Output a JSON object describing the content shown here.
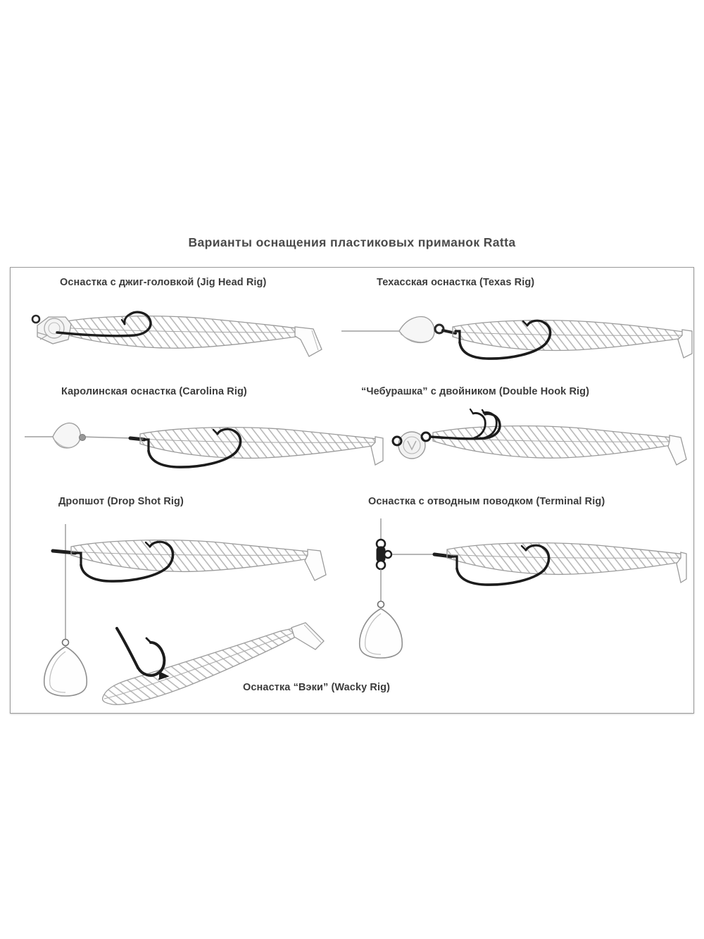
{
  "page": {
    "title": "Варианты оснащения пластиковых приманок Ratta",
    "brand": "Ratta",
    "background_color": "#ffffff",
    "panel_border_color": "#9a9a9a",
    "title_color": "#4a4a4a",
    "caption_color": "#3b3b3b",
    "lure_outline_color": "#9b9b9b",
    "hatch_color": "#b4b4b4",
    "hook_color": "#1a1a1a",
    "line_color": "#8d8d8d"
  },
  "diagram": {
    "kind": "fishing-rig-illustration-sheet",
    "columns": 2,
    "rows": 3,
    "plus_footer_figure": 1,
    "rigs": [
      {
        "id": "jig-head-rig",
        "caption": "Оснастка с джиг-головкой (Jig Head Rig)",
        "ru": "Оснастка с джиг-головкой",
        "en": "Jig Head Rig",
        "column": "left",
        "row": 1,
        "components": [
          "jig-head-weight",
          "hook-eye",
          "open-hook",
          "soft-plastic-shad",
          "paddle-tail"
        ]
      },
      {
        "id": "texas-rig",
        "caption": "Техасская оснастка (Texas Rig)",
        "ru": "Техасская оснастка",
        "en": "Texas Rig",
        "column": "right",
        "row": 1,
        "components": [
          "bullet-sinker",
          "main-line",
          "offset-worm-hook",
          "soft-plastic-shad",
          "paddle-tail"
        ]
      },
      {
        "id": "carolina-rig",
        "caption": "Каролинская оснастка (Carolina Rig)",
        "ru": "Каролинская оснастка",
        "en": "Carolina Rig",
        "column": "left",
        "row": 2,
        "components": [
          "bullet-sinker",
          "bead-stopper",
          "leader-line",
          "offset-worm-hook",
          "soft-plastic-shad",
          "paddle-tail"
        ]
      },
      {
        "id": "double-hook-rig",
        "caption": "“Чебурашка” с двойником (Double Hook Rig)",
        "ru": "“Чебурашка” с двойником",
        "en": "Double Hook Rig",
        "column": "right",
        "row": 2,
        "components": [
          "cheburashka-weight",
          "split-ring",
          "double-hook",
          "soft-plastic-shad",
          "paddle-tail"
        ]
      },
      {
        "id": "drop-shot-rig",
        "caption": "Дропшот (Drop Shot Rig)",
        "ru": "Дропшот",
        "en": "Drop Shot Rig",
        "column": "left",
        "row": 3,
        "components": [
          "vertical-main-line",
          "offset-worm-hook",
          "soft-plastic-shad",
          "paddle-tail",
          "dropper-line",
          "teardrop-sinker"
        ]
      },
      {
        "id": "terminal-rig",
        "caption": "Оснастка с отводным поводком (Terminal Rig)",
        "ru": "Оснастка с отводным поводком",
        "en": "Terminal Rig",
        "column": "right",
        "row": 3,
        "components": [
          "three-way-swivel",
          "branch-leader",
          "offset-worm-hook",
          "soft-plastic-shad",
          "paddle-tail",
          "dropper-line",
          "teardrop-sinker"
        ]
      },
      {
        "id": "wacky-rig",
        "caption": "Оснастка “Вэки” (Wacky Rig)",
        "ru": "Оснастка “Вэки”",
        "en": "Wacky Rig",
        "column": "center",
        "row": 4,
        "components": [
          "wacky-hook",
          "soft-plastic-shad-angled",
          "paddle-tail"
        ]
      }
    ]
  }
}
